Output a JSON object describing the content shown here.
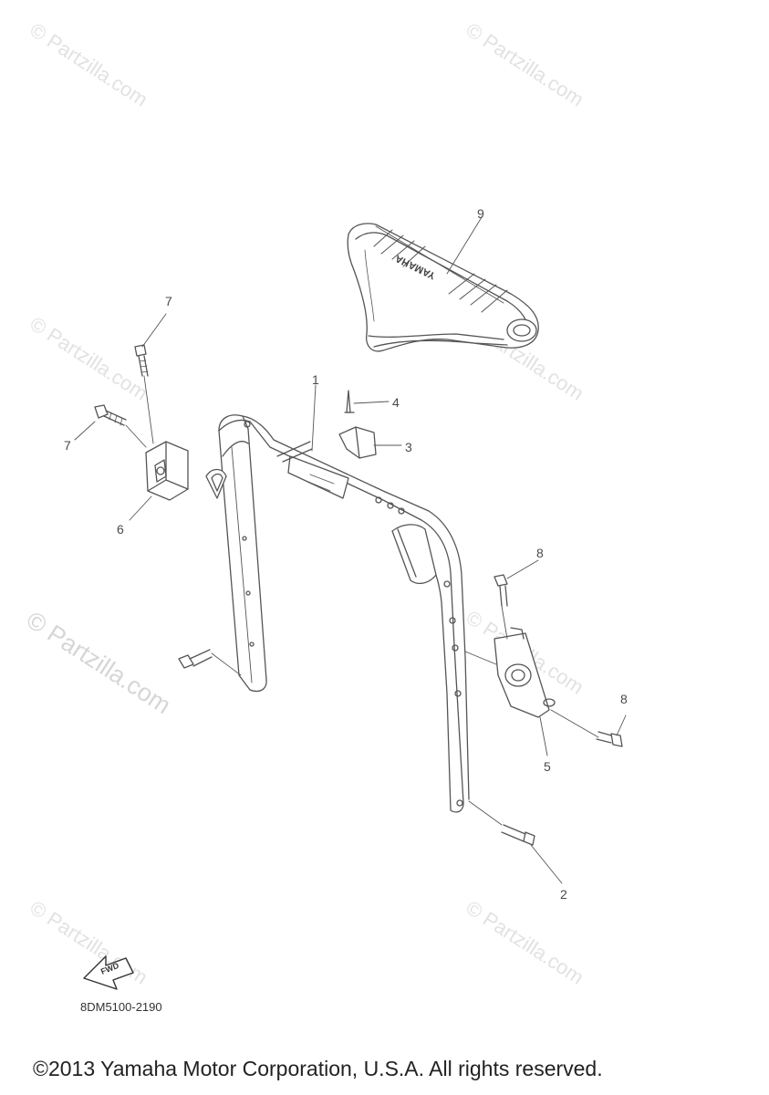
{
  "watermark": "© Partzilla.com",
  "callouts": {
    "c1": "1",
    "c2": "2",
    "c3": "3",
    "c4": "4",
    "c5": "5",
    "c6": "6",
    "c7a": "7",
    "c7b": "7",
    "c8a": "8",
    "c8b": "8",
    "c9": "9"
  },
  "seat_logo": "YAMAHA",
  "fwd_label": "FWD",
  "part_code": "8DM5100-2190",
  "copyright": "©2013 Yamaha Motor Corporation, U.S.A. All rights reserved."
}
